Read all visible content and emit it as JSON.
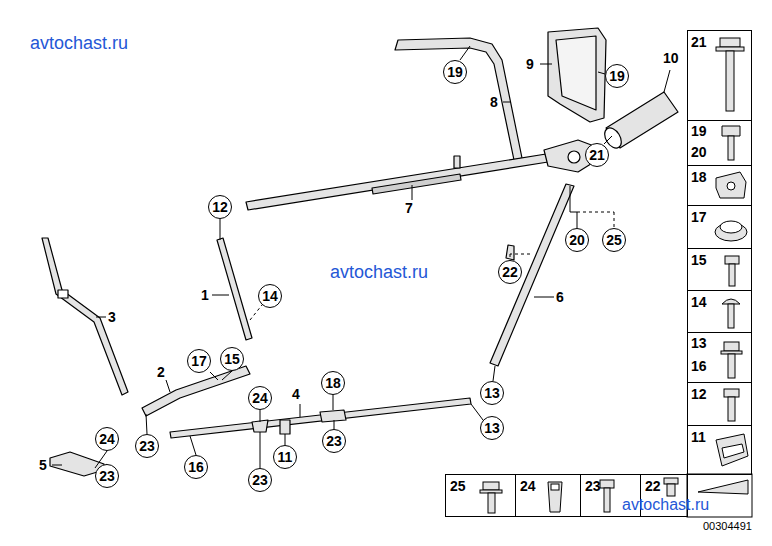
{
  "diagram": {
    "nodes": [
      {
        "text": [
          "19"
        ]
      },
      {
        "text": [
          "19"
        ]
      },
      {
        "text": [
          "21"
        ]
      },
      {
        "text": [
          "12"
        ]
      },
      {
        "text": [
          "20"
        ]
      },
      {
        "text": [
          "25"
        ]
      },
      {
        "text": [
          "22"
        ]
      },
      {
        "text": [
          "14"
        ]
      },
      {
        "text": [
          "17"
        ]
      },
      {
        "text": [
          "15"
        ]
      },
      {
        "text": [
          "24"
        ]
      },
      {
        "text": [
          "18"
        ]
      },
      {
        "text": [
          "13"
        ]
      },
      {
        "text": [
          "24"
        ]
      },
      {
        "text": [
          "23"
        ]
      },
      {
        "text": [
          "23"
        ]
      },
      {
        "text": [
          "13"
        ]
      },
      {
        "text": [
          "11"
        ]
      },
      {
        "text": [
          "16"
        ]
      },
      {
        "text": [
          "23"
        ]
      },
      {
        "text": [
          "23"
        ]
      },
      {
        "text": [
          "21"
        ]
      },
      {
        "text": [
          "19",
          "20"
        ]
      },
      {
        "text": [
          "18"
        ]
      },
      {
        "text": [
          "17"
        ]
      },
      {
        "text": [
          "15"
        ]
      },
      {
        "text": [
          "14"
        ]
      },
      {
        "text": [
          "13",
          "16"
        ]
      },
      {
        "text": [
          "12"
        ]
      },
      {
        "text": [
          "11"
        ]
      },
      {
        "text": [
          "25"
        ]
      },
      {
        "text": [
          "24"
        ]
      },
      {
        "text": [
          "23"
        ]
      },
      {
        "text": [
          "22"
        ]
      }
    ],
    "labels": [
      "avtochast.ru",
      "9",
      "10",
      "8",
      "7",
      "avtochast.ru",
      "6",
      "1",
      "3",
      "2",
      "4",
      "5",
      "avtochast.ru",
      "00304491"
    ]
  }
}
